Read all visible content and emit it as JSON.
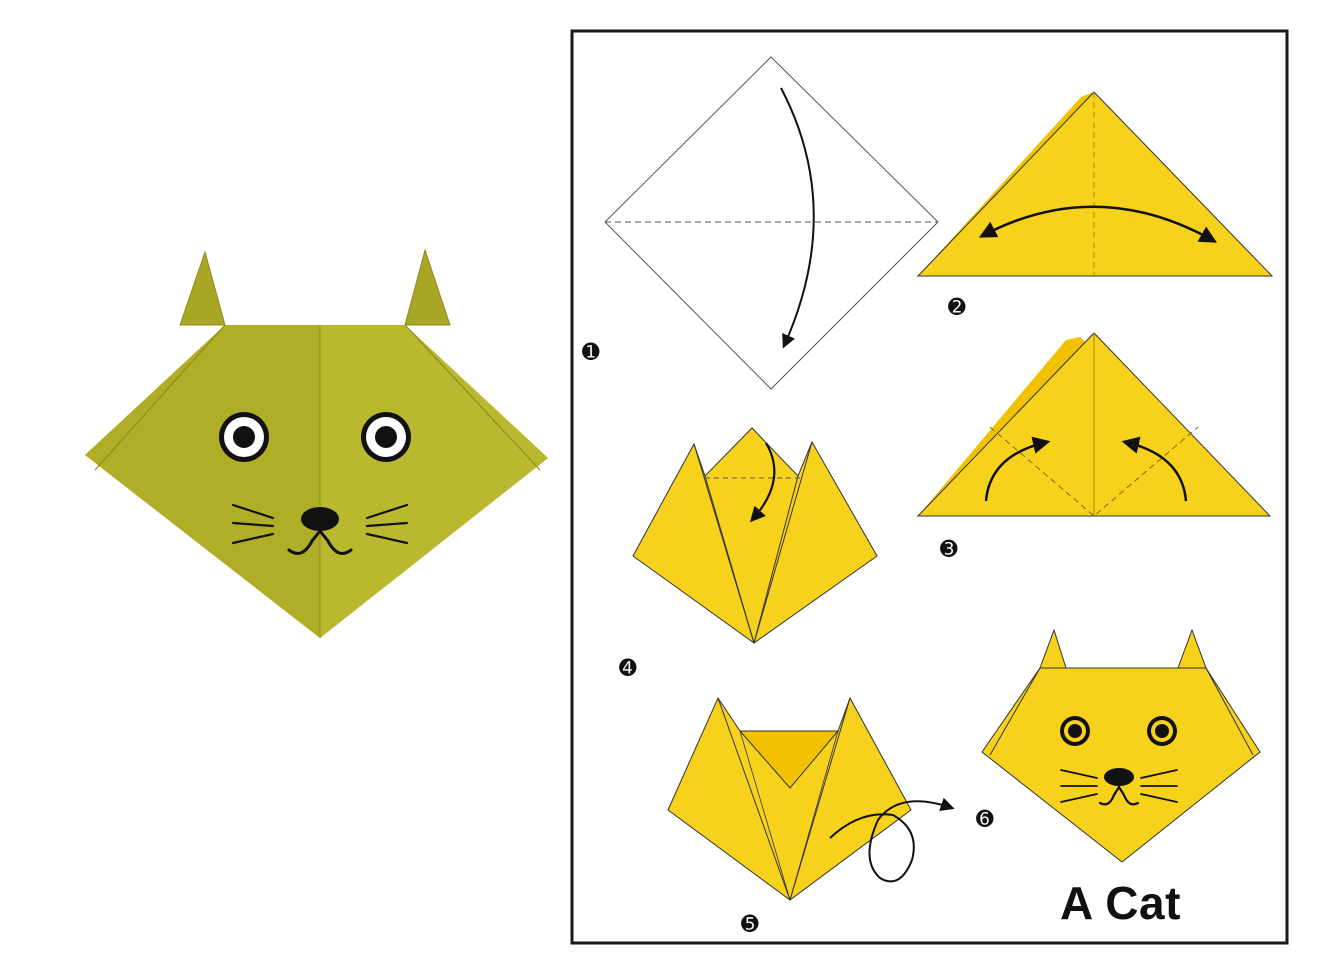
{
  "diagram": {
    "title": "A Cat",
    "steps": [
      {
        "number": "1",
        "glyph": "➊"
      },
      {
        "number": "2",
        "glyph": "➋"
      },
      {
        "number": "3",
        "glyph": "➌"
      },
      {
        "number": "4",
        "glyph": "➍"
      },
      {
        "number": "5",
        "glyph": "➎"
      },
      {
        "number": "6",
        "glyph": "➏"
      }
    ]
  },
  "colors": {
    "finished_model": "#b5b32a",
    "finished_model_shade": "#a7a424",
    "paper": "#f7d21c",
    "paper_dark": "#e8b900",
    "outline": "#222222",
    "frame": "#1a1a1a"
  }
}
